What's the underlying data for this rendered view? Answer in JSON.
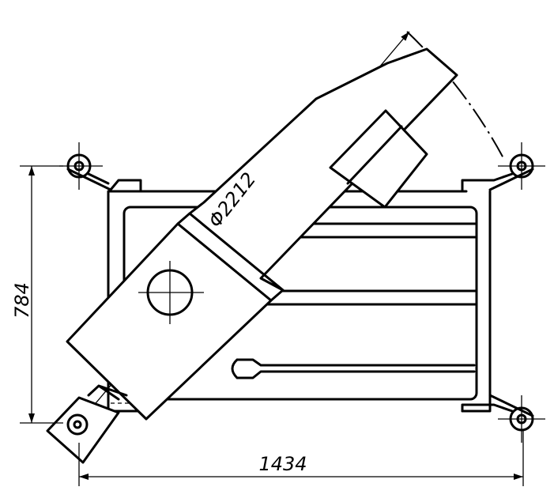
{
  "drawing": {
    "dimensions": {
      "height": "784",
      "width": "1434",
      "swing_diameter": "Φ2212"
    }
  }
}
